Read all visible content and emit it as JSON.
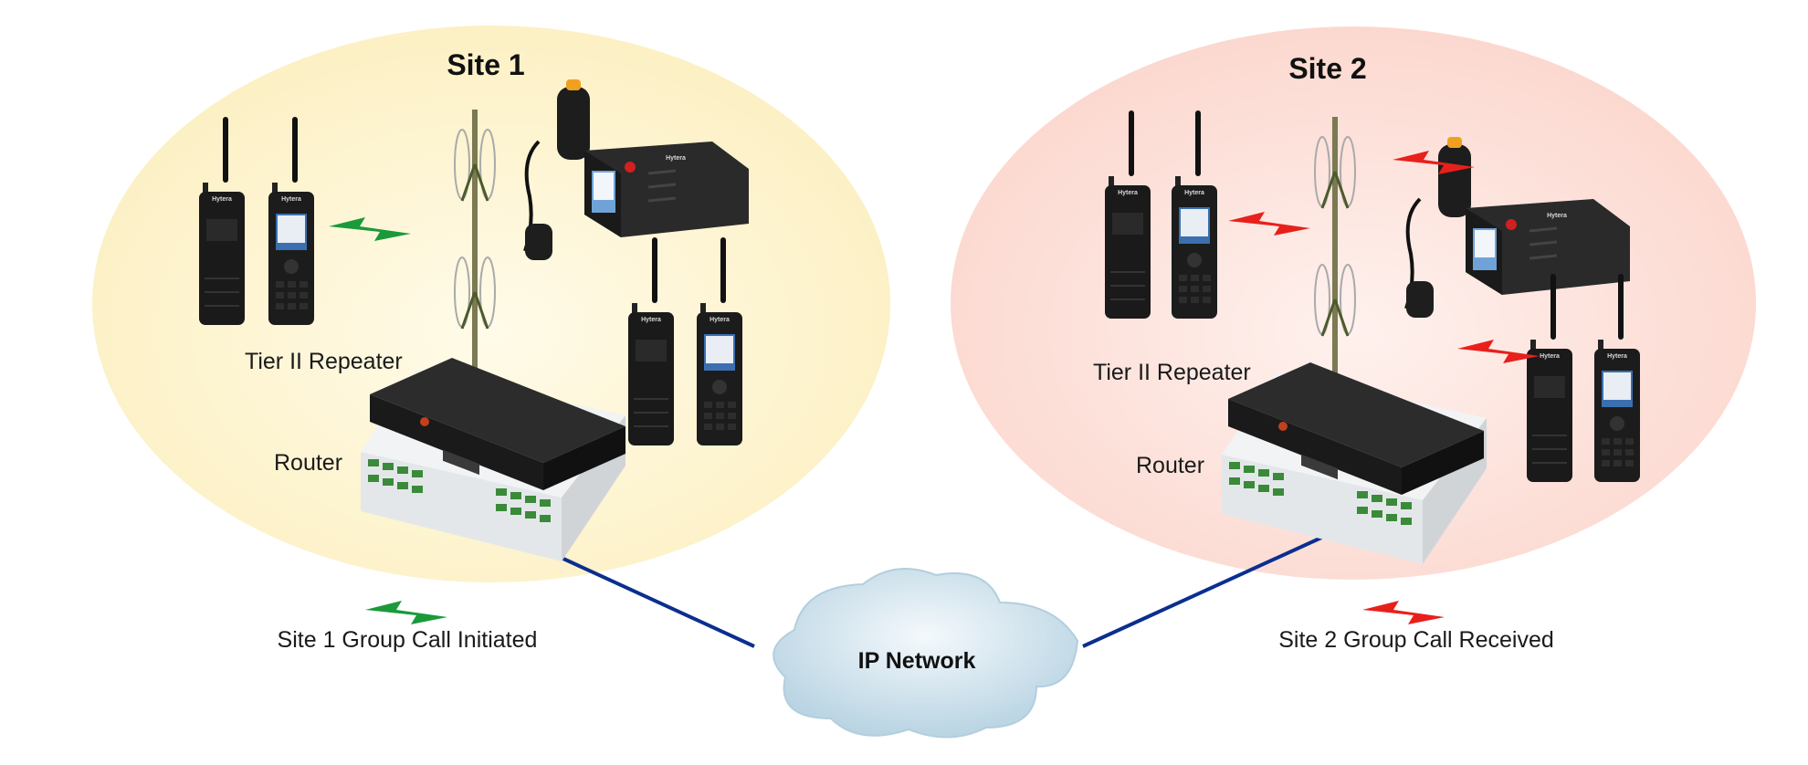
{
  "colors": {
    "site1_fill": "#fcefc0",
    "site2_fill": "#fbd8cf",
    "link_line": "#0b2f8f",
    "bolt_initiated": "#1a9a3a",
    "bolt_received": "#e8201c",
    "cloud": "#cfe3ee"
  },
  "site1": {
    "title": "Site 1",
    "repeater_label": "Tier II Repeater",
    "router_label": "Router"
  },
  "site2": {
    "title": "Site 2",
    "repeater_label": "Tier II Repeater",
    "router_label": "Router"
  },
  "network": {
    "label": "IP Network"
  },
  "legend": {
    "initiated": {
      "label": "Site 1 Group Call Initiated",
      "icon": "green-lightning-bolt"
    },
    "received": {
      "label": "Site 2 Group Call Received",
      "icon": "red-lightning-bolt"
    }
  },
  "device_brand": "Hytera"
}
